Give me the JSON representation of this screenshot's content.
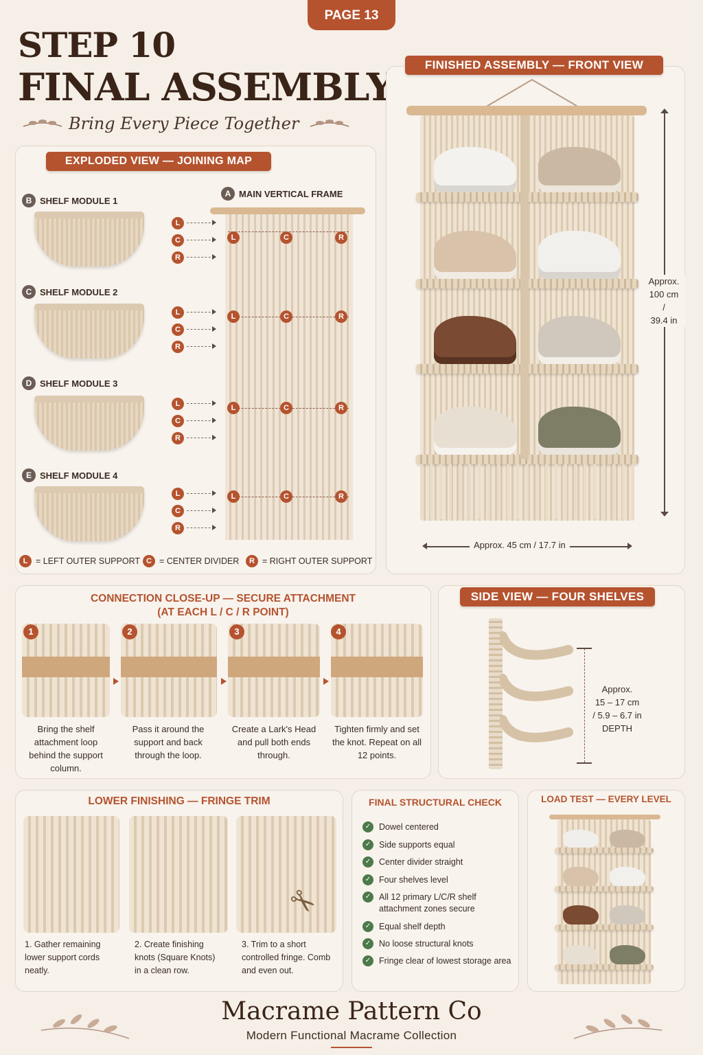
{
  "page_badge": "PAGE 13",
  "header": {
    "step": "STEP 10",
    "title": "FINAL ASSEMBLY",
    "subtitle": "Bring Every Piece Together"
  },
  "exploded": {
    "title": "EXPLODED VIEW — JOINING MAP",
    "frame_letter": "A",
    "frame_label": "MAIN VERTICAL FRAME",
    "modules": [
      {
        "letter": "B",
        "label": "SHELF MODULE 1"
      },
      {
        "letter": "C",
        "label": "SHELF MODULE 2"
      },
      {
        "letter": "D",
        "label": "SHELF MODULE 3"
      },
      {
        "letter": "E",
        "label": "SHELF MODULE 4"
      }
    ],
    "points": [
      "L",
      "C",
      "R"
    ],
    "legend": [
      {
        "key": "L",
        "text": "= LEFT OUTER SUPPORT"
      },
      {
        "key": "C",
        "text": "= CENTER DIVIDER"
      },
      {
        "key": "R",
        "text": "= RIGHT OUTER SUPPORT"
      }
    ]
  },
  "front": {
    "title": "FINISHED ASSEMBLY — FRONT VIEW",
    "height_lines": [
      "Approx.",
      "100 cm",
      "/",
      "39.4 in"
    ],
    "width": "Approx. 45 cm / 17.7 in"
  },
  "connection": {
    "title_line1": "CONNECTION CLOSE-UP — SECURE ATTACHMENT",
    "title_line2": "(AT EACH L / C / R POINT)",
    "steps": [
      {
        "n": "1",
        "text": "Bring the shelf attachment loop behind the support column."
      },
      {
        "n": "2",
        "text": "Pass it around the support and back through the loop."
      },
      {
        "n": "3",
        "text": "Create a Lark's Head and pull both ends through."
      },
      {
        "n": "4",
        "text": "Tighten firmly and set the knot. Repeat on all 12 points."
      }
    ]
  },
  "side": {
    "title": "SIDE VIEW — FOUR SHELVES",
    "depth_lines": [
      "Approx.",
      "15 – 17 cm",
      "/ 5.9 – 6.7 in",
      "DEPTH"
    ]
  },
  "fringe": {
    "title": "LOWER FINISHING — FRINGE TRIM",
    "steps": [
      "1. Gather remaining lower support cords neatly.",
      "2. Create finishing knots (Square Knots) in a clean row.",
      "3. Trim to a short controlled fringe. Comb and even out."
    ]
  },
  "check": {
    "title": "FINAL STRUCTURAL CHECK",
    "items": [
      "Dowel centered",
      "Side supports equal",
      "Center divider straight",
      "Four shelves level",
      "All 12 primary L/C/R shelf attachment zones secure",
      "Equal shelf depth",
      "No loose structural knots",
      "Fringe clear of lowest storage area"
    ]
  },
  "load": {
    "title": "LOAD TEST — EVERY LEVEL"
  },
  "footer": {
    "brand": "Macrame Pattern Co",
    "tagline": "Modern Functional Macrame Collection"
  },
  "colors": {
    "accent": "#b5532f",
    "cream": "#f5efe8",
    "cord": "#e7d7c1",
    "check": "#4d7a4a"
  }
}
